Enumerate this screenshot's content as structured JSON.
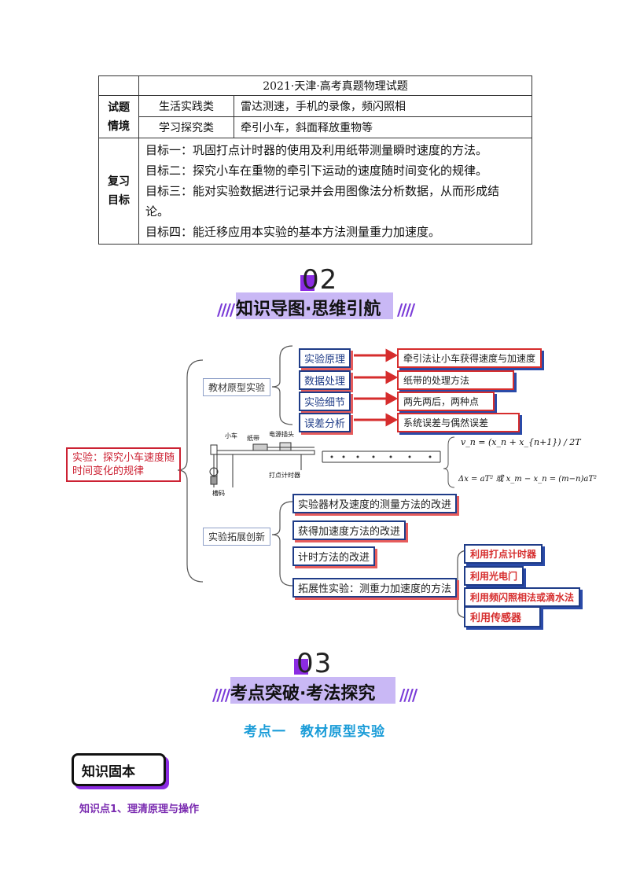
{
  "table": {
    "title": "2021·天津·高考真题物理试题",
    "scenario_label": "试题\n情境",
    "scenario_rows": [
      {
        "category": "生活实践类",
        "content": "雷达测速，手机的录像，频闪照相"
      },
      {
        "category": "学习探究类",
        "content": "牵引小车，斜面释放重物等"
      }
    ],
    "goals_label": "复习\n目标",
    "goals": [
      "目标一：巩固打点计时器的使用及利用纸带测量瞬时速度的方法。",
      "目标二：探究小车在重物的牵引下运动的速度随时间变化的规律。",
      "目标三：能对实验数据进行记录并会用图像法分析数据，从而形成结",
      "论。",
      "目标四：能迁移应用本实验的基本方法测量重力加速度。"
    ]
  },
  "section02": {
    "number": "02",
    "title": "知识导图·思维引航"
  },
  "mindmap": {
    "root": "实验：探究小车速度随时间变化的规律",
    "branch1": "教材原型实验",
    "branch1_items": [
      {
        "label": "实验原理",
        "detail": "牵引法让小车获得速度与加速度"
      },
      {
        "label": "数据处理",
        "detail": "纸带的处理方法"
      },
      {
        "label": "实验细节",
        "detail": "两先两后，两种点"
      },
      {
        "label": "误差分析",
        "detail": "系统误差与偶然误差"
      }
    ],
    "apparatus_labels": [
      "小车",
      "纸带",
      "电源插头",
      "打点计时器",
      "槽码"
    ],
    "formula1": "v_n = (x_n + x_{n+1}) / 2T",
    "formula2": "Δx = aT² 或 x_m − x_n = (m−n)aT²",
    "branch2": "实验拓展创新",
    "branch2_items": [
      "实验器材及速度的测量方法的改进",
      "获得加速度方法的改进",
      "计时方法的改进",
      "拓展性实验：测重力加速度的方法"
    ],
    "methods": [
      "利用打点计时器",
      "利用光电门",
      "利用频闪照相法或滴水法",
      "利用传感器"
    ]
  },
  "section03": {
    "number": "03",
    "title": "考点突破·考法探究"
  },
  "topic_title": "考点一　教材原型实验",
  "badge": "知识固本",
  "knowledge_point": "知识点1、理清原理与操作",
  "colors": {
    "accent": "#8b2be2",
    "banner": "#c9b8f5",
    "topic": "#1a9cd8"
  }
}
